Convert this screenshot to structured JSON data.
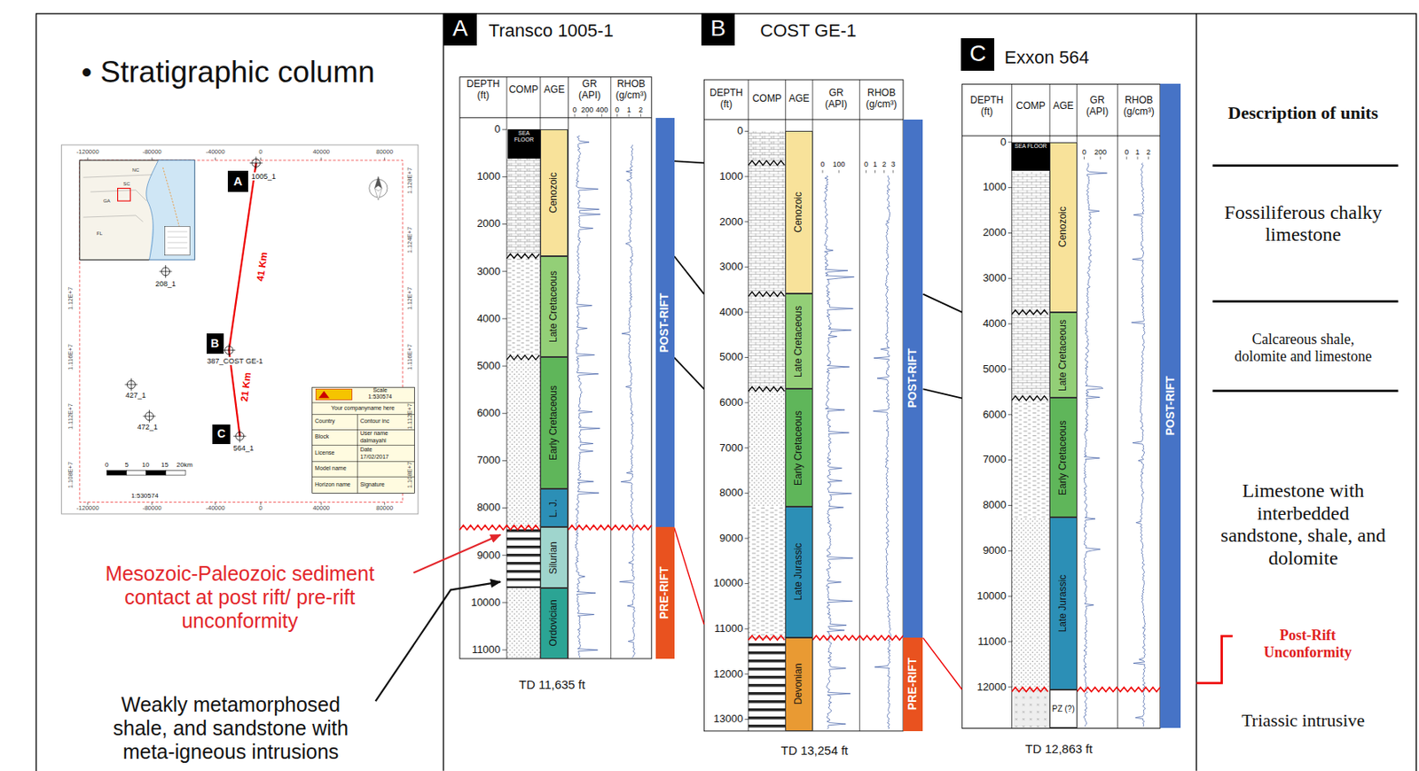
{
  "diagram": {
    "title": "• Stratigraphic column",
    "nodes": [
      {
        "text": [
          "A"
        ]
      },
      {
        "text": [
          "B"
        ]
      },
      {
        "text": [
          "C"
        ]
      },
      {
        "text": [
          "A"
        ]
      },
      {
        "text": [
          "B"
        ]
      },
      {
        "text": [
          "C"
        ]
      },
      {
        "text": [
          "SEA FLOOR"
        ]
      },
      {
        "text": [
          "Cenozoic"
        ]
      },
      {
        "text": [
          "Late Cretaceous"
        ]
      },
      {
        "text": [
          "Early Cretaceous"
        ]
      },
      {
        "text": [
          "L. J."
        ]
      },
      {
        "text": [
          "Silurian"
        ]
      },
      {
        "text": [
          "Ordovician"
        ]
      },
      {
        "text": [
          "POST-RIFT"
        ]
      },
      {
        "text": [
          "PRE-RIFT"
        ]
      },
      {
        "text": [
          "Cenozoic"
        ]
      },
      {
        "text": [
          "Late Cretaceous"
        ]
      },
      {
        "text": [
          "Early Cretaceous"
        ]
      },
      {
        "text": [
          "Late Jurassic"
        ]
      },
      {
        "text": [
          "Devonian"
        ]
      },
      {
        "text": [
          "POST-RIFT"
        ]
      },
      {
        "text": [
          "PRE-RIFT"
        ]
      },
      {
        "text": [
          "SEA FLOOR"
        ]
      },
      {
        "text": [
          "Cenozoic"
        ]
      },
      {
        "text": [
          "Late Cretaceous"
        ]
      },
      {
        "text": [
          "Early Cretaceous"
        ]
      },
      {
        "text": [
          "Late Jurassic"
        ]
      },
      {
        "text": [
          "PZ (?)"
        ]
      },
      {
        "text": [
          "POST-RIFT"
        ]
      }
    ],
    "labels": [
      "Mesozoic-Paleozoic sediment contact at post rift/ pre-rift unconformity",
      "Weakly metamorphosed shale, and sandstone with meta-igneous intrusions",
      "-120000",
      "-80000",
      "-40000",
      "0",
      "40000",
      "80000",
      "-120000",
      "-80000",
      "-40000",
      "0",
      "40000",
      "80000",
      "1.128E+7",
      "1.124E+7",
      "1.12E+7",
      "1.116E+7",
      "1.112E+7",
      "1.108E+7",
      "1.12E+7",
      "1.116E+7",
      "1.112E+7",
      "1.108E+7",
      "NC",
      "SC",
      "GA",
      "FL",
      "1005_1",
      "208_1",
      "387_COST GE-1",
      "427_1",
      "472_1",
      "564_1",
      "41 Km",
      "21 Km",
      "0",
      "5",
      "10",
      "15",
      "20km",
      "1:530574",
      "Scale",
      "1:530574",
      "Your companyname here",
      "Country",
      "Contour inc",
      "Block",
      "User name",
      "dalmayahi",
      "License",
      "Date",
      "17/02/2017",
      "Model name",
      "Horizon name",
      "Signature",
      "Transco 1005-1",
      "DEPTH (ft)",
      "COMP",
      "AGE",
      "GR (API)",
      "RHOB (g/cm³)",
      "0",
      "200",
      "400",
      "0",
      "1",
      "2",
      "0",
      "1000",
      "2000",
      "3000",
      "4000",
      "5000",
      "6000",
      "7000",
      "8000",
      "9000",
      "10000",
      "11000",
      "TD 11,635 ft",
      "COST GE-1",
      "DEPTH (ft)",
      "COMP",
      "AGE",
      "GR (API)",
      "RHOB (g/cm³)",
      "0",
      "100",
      "0",
      "1",
      "2",
      "3",
      "0",
      "1000",
      "2000",
      "3000",
      "4000",
      "5000",
      "6000",
      "7000",
      "8000",
      "9000",
      "10000",
      "11000",
      "12000",
      "13000",
      "TD 13,254 ft",
      "Exxon 564",
      "DEPTH (ft)",
      "COMP",
      "AGE",
      "GR (API)",
      "RHOB (g/cm³)",
      "0",
      "200",
      "0",
      "1",
      "2",
      "0",
      "1000",
      "2000",
      "3000",
      "4000",
      "5000",
      "6000",
      "7000",
      "8000",
      "9000",
      "10000",
      "11000",
      "12000",
      "TD 12,863 ft",
      "Description of units",
      "Fossiliferous chalky limestone",
      "Calcareous shale, dolomite and limestone",
      "Limestone with interbedded sandstone, shale, and dolomite",
      "Post-Rift Unconformity",
      "Triassic intrusive"
    ]
  }
}
